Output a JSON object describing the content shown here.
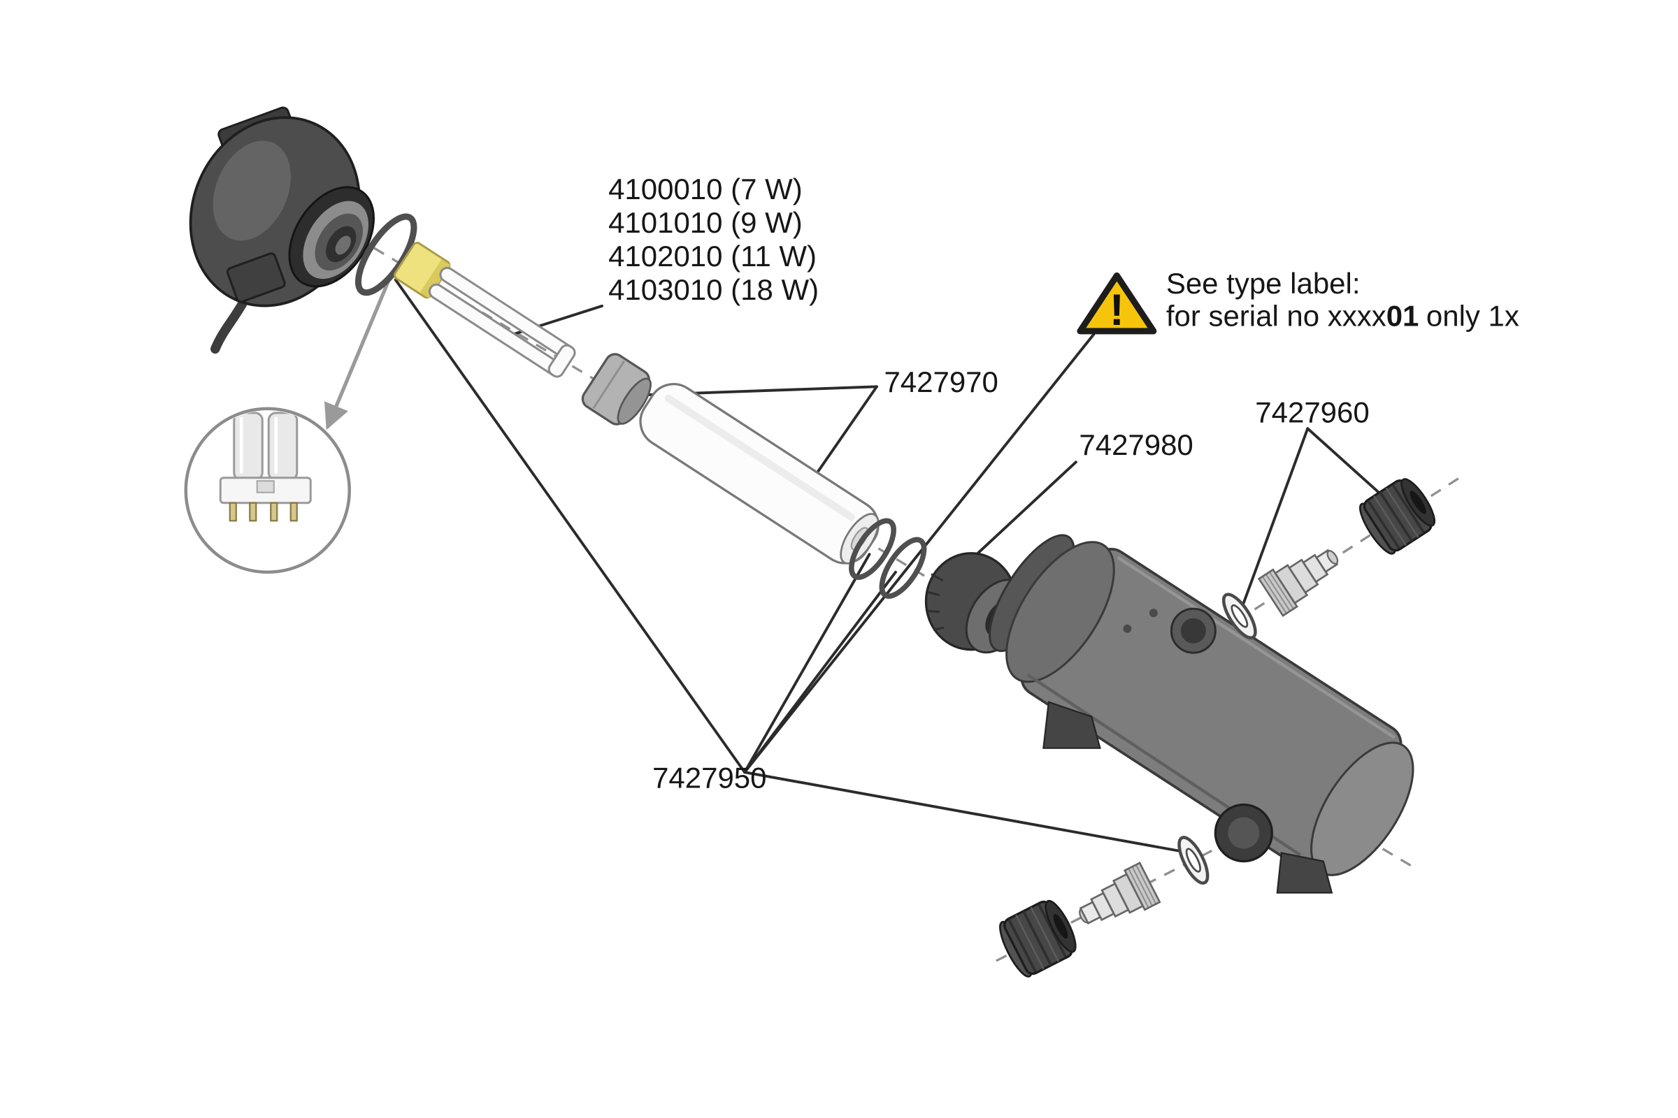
{
  "diagram": {
    "lamp_variants": [
      "4100010 (7 W)",
      "4101010 (9 W)",
      "4102010 (11 W)",
      "4103010 (18 W)"
    ],
    "part_numbers": {
      "quartz_sleeve_set": "7427970",
      "oring_set": "7427980",
      "hose_connector_set": "7427960",
      "sealing_set": "7427950"
    },
    "warning": {
      "symbol": "!",
      "line1": "See type label:",
      "line2_prefix": "for serial no xxxx",
      "line2_bold": "01",
      "line2_suffix": "only 1x"
    },
    "icons": {
      "warning": "warning-triangle-icon",
      "detail_arrow": "magnify-arrow-icon"
    },
    "colors": {
      "warning_yellow": "#F6C50B",
      "lamp_base_yellow": "#EDE27D",
      "housing_gray": "#7D7D7D",
      "leader_line": "#2B2B2B"
    }
  }
}
